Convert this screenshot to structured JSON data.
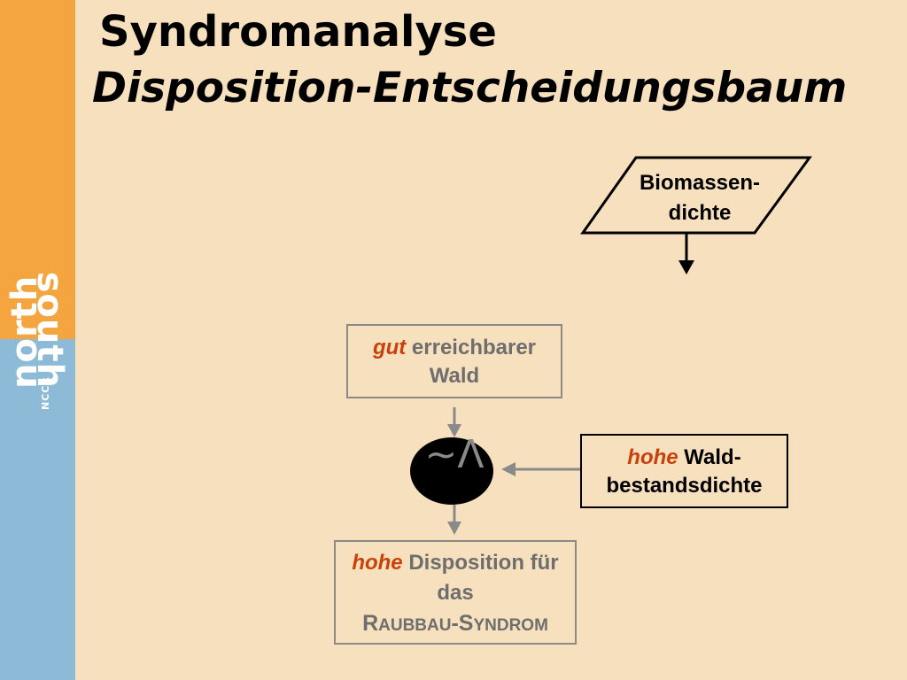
{
  "slide": {
    "title": "Syndromanalyse",
    "subtitle": "Disposition-Entscheidungsbaum"
  },
  "logo": {
    "line1": "north",
    "line2": "south",
    "line3": "NCCR"
  },
  "nodes": {
    "biomass": "Biomassen- dichte",
    "forest": {
      "highlight": "gut",
      "rest": " erreichbarer Wald"
    },
    "density": {
      "highlight": "hohe",
      "rest": " Wald- bestandsdichte"
    },
    "operator": "~Λ",
    "result": {
      "highlight": "hohe",
      "rest": " Disposition für das",
      "syndrome_r": "R",
      "syndrome_aubbau": "AUBBAU",
      "syndrome_dash": "-",
      "syndrome_s": "S",
      "syndrome_yndrom": "YNDROM"
    }
  },
  "colors": {
    "orange_bar": "#F5A540",
    "blue_bar": "#8DBAD6",
    "background": "#F7E0BE",
    "highlight": "#C8400A",
    "grey": "#8A8A8A"
  }
}
